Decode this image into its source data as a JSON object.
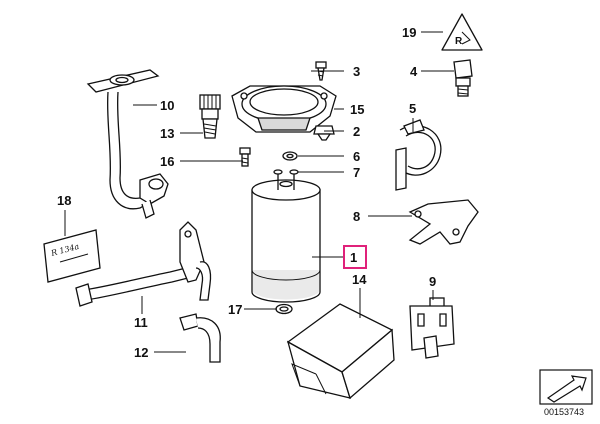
{
  "callouts": [
    {
      "id": "c1",
      "label": "1",
      "highlight": true
    },
    {
      "id": "c2",
      "label": "2"
    },
    {
      "id": "c3",
      "label": "3"
    },
    {
      "id": "c4",
      "label": "4"
    },
    {
      "id": "c5",
      "label": "5"
    },
    {
      "id": "c6",
      "label": "6"
    },
    {
      "id": "c7",
      "label": "7"
    },
    {
      "id": "c8",
      "label": "8"
    },
    {
      "id": "c9",
      "label": "9"
    },
    {
      "id": "c10",
      "label": "10"
    },
    {
      "id": "c11",
      "label": "11"
    },
    {
      "id": "c12",
      "label": "12"
    },
    {
      "id": "c13",
      "label": "13"
    },
    {
      "id": "c14",
      "label": "14"
    },
    {
      "id": "c15",
      "label": "15"
    },
    {
      "id": "c16",
      "label": "16"
    },
    {
      "id": "c17",
      "label": "17"
    },
    {
      "id": "c18",
      "label": "18"
    },
    {
      "id": "c19",
      "label": "19"
    }
  ],
  "label_card_text": "R 134a",
  "warning_icon_text": "R",
  "diagram_number": "00153743",
  "colors": {
    "highlight": "#e0217a",
    "line": "#111111"
  }
}
